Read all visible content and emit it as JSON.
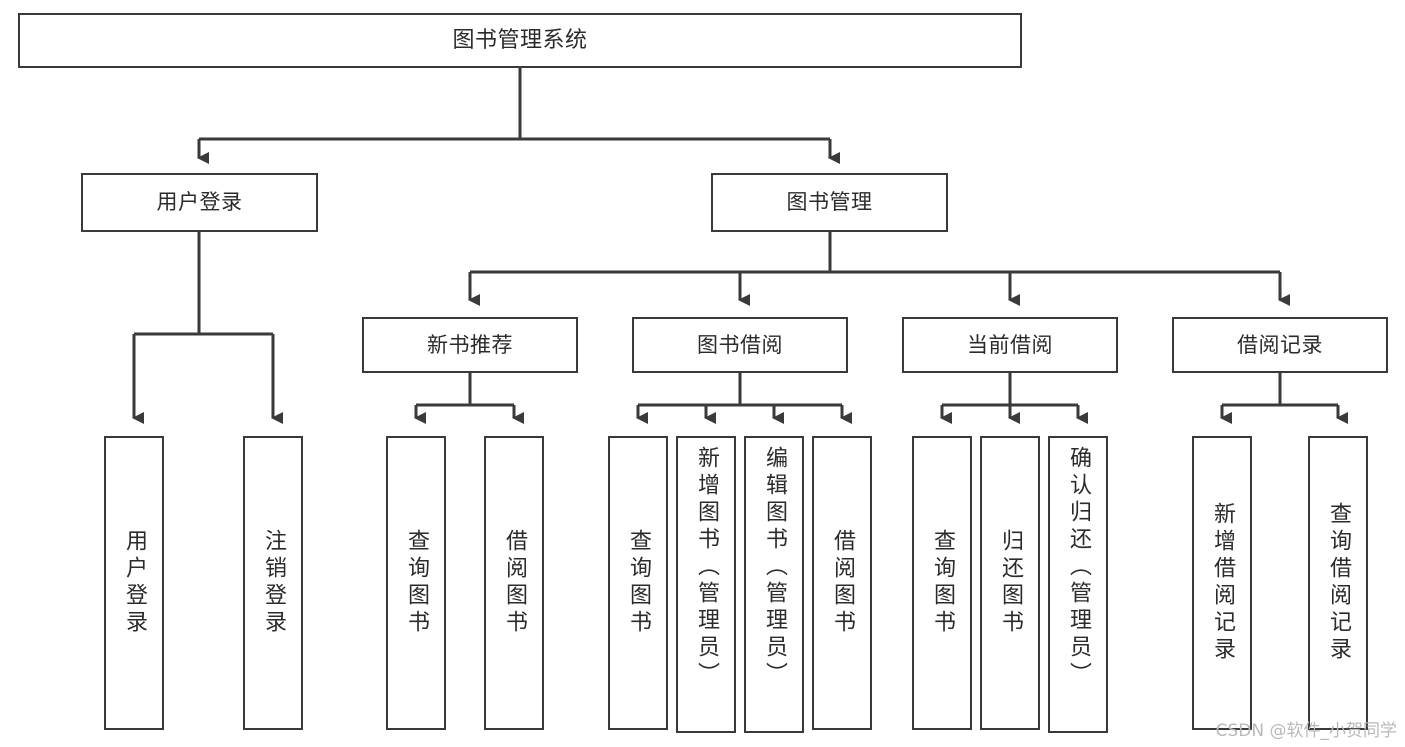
{
  "diagram": {
    "type": "tree-hierarchy-chart",
    "title": "图书管理系统",
    "stroke_color": "#3a3a3a",
    "fill_color": "#ffffff",
    "text_color": "#2b2b2b",
    "root": {
      "id": "root",
      "label": "图书管理系统"
    },
    "level2": [
      {
        "id": "user-login",
        "label": "用户登录"
      },
      {
        "id": "book-management",
        "label": "图书管理"
      }
    ],
    "level3": [
      {
        "id": "new-book-recommend",
        "label": "新书推荐"
      },
      {
        "id": "book-borrow",
        "label": "图书借阅"
      },
      {
        "id": "current-borrow",
        "label": "当前借阅"
      },
      {
        "id": "borrow-record",
        "label": "借阅记录"
      }
    ],
    "leaves": {
      "user-login": [
        {
          "id": "leaf-user-login",
          "label": "用户登录"
        },
        {
          "id": "leaf-user-logout",
          "label": "注销登录"
        }
      ],
      "new-book-recommend": [
        {
          "id": "leaf-query-book-1",
          "label": "查询图书"
        },
        {
          "id": "leaf-borrow-book-1",
          "label": "借阅图书"
        }
      ],
      "book-borrow": [
        {
          "id": "leaf-query-book-2",
          "label": "查询图书"
        },
        {
          "id": "leaf-add-book",
          "label": "新增图书（管理员）"
        },
        {
          "id": "leaf-edit-book",
          "label": "编辑图书（管理员）"
        },
        {
          "id": "leaf-borrow-book-2",
          "label": "借阅图书"
        }
      ],
      "current-borrow": [
        {
          "id": "leaf-query-book-3",
          "label": "查询图书"
        },
        {
          "id": "leaf-return-book",
          "label": "归还图书"
        },
        {
          "id": "leaf-confirm-return",
          "label": "确认归还（管理员）"
        }
      ],
      "borrow-record": [
        {
          "id": "leaf-add-record",
          "label": "新增借阅记录"
        },
        {
          "id": "leaf-query-record",
          "label": "查询借阅记录"
        }
      ]
    }
  },
  "watermark": {
    "text": "CSDN @软件_小贺同学"
  }
}
